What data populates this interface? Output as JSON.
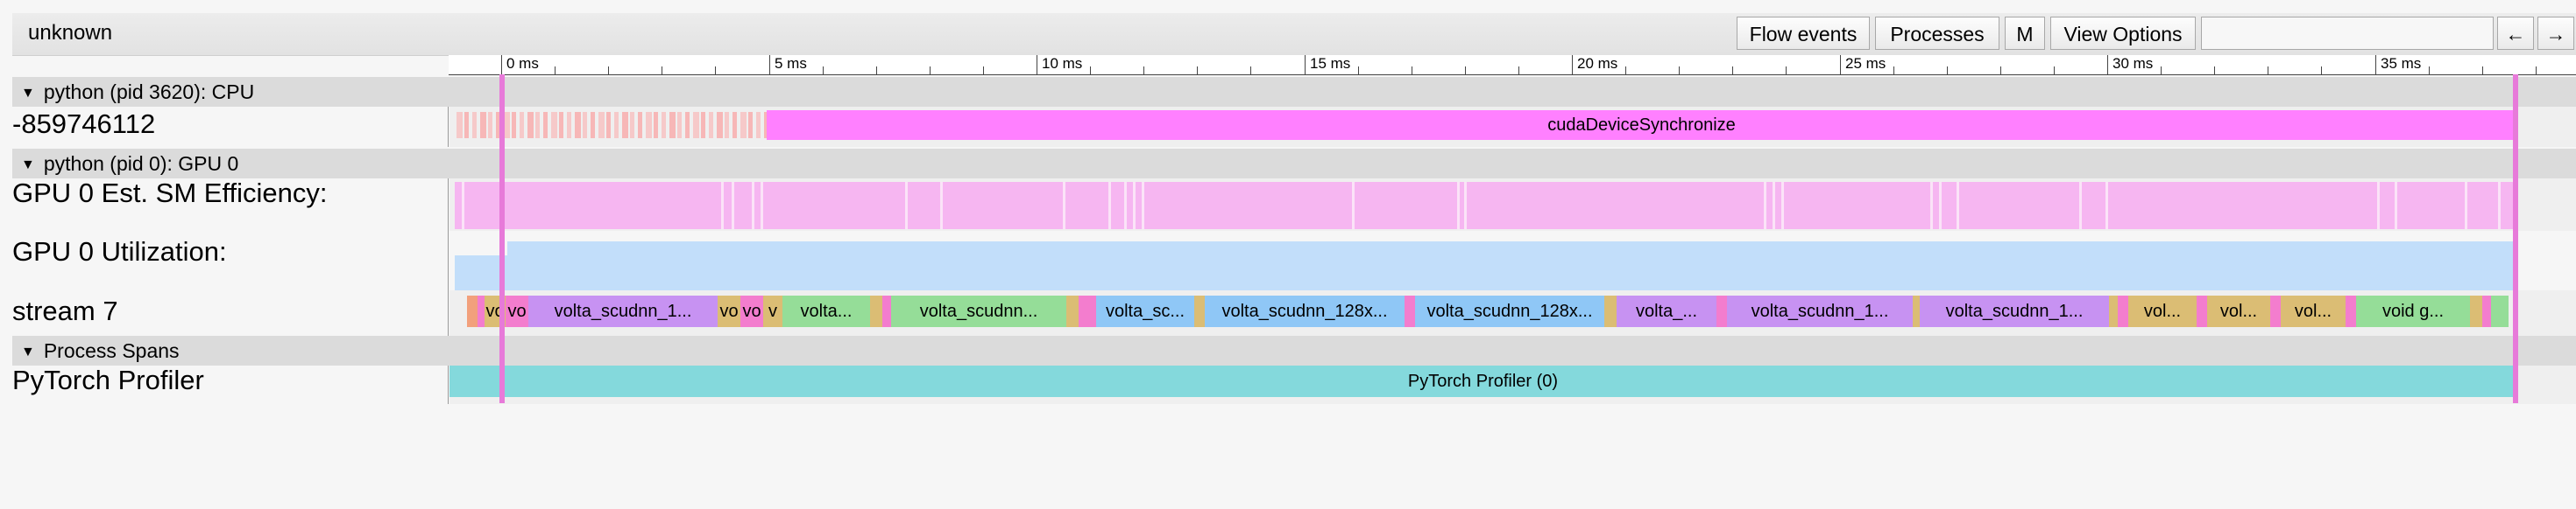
{
  "window": {
    "title": "unknown"
  },
  "toolbar": {
    "flow_events": "Flow events",
    "processes": "Processes",
    "m": "M",
    "view_options": "View Options",
    "search_placeholder": "",
    "prev": "←",
    "next": "→"
  },
  "ruler": {
    "ticks": [
      "0 ms",
      "5 ms",
      "10 ms",
      "15 ms",
      "20 ms",
      "25 ms",
      "30 ms",
      "35 ms"
    ]
  },
  "sections": {
    "cpu": "python (pid 3620): CPU",
    "gpu": "python (pid 0): GPU 0",
    "spans": "Process Spans"
  },
  "rows": {
    "cpu_thread": "-859746112",
    "sm_eff": "GPU 0 Est. SM Efficiency:",
    "util": "GPU 0 Utilization:",
    "stream": "stream 7",
    "profiler": "PyTorch Profiler"
  },
  "events": {
    "cuda_sync": "cudaDeviceSynchronize",
    "profiler_span": "PyTorch Profiler (0)"
  },
  "kernels": [
    "vo",
    "vo",
    "volta_scudnn_1...",
    "vo",
    "vo",
    "v",
    "volta...",
    "volta_scudnn...",
    "volta_sc...",
    "volta_scudnn_128x...",
    "volta_scudnn_128x...",
    "volta_...",
    "volta_scudnn_1...",
    "volta_scudnn_1...",
    "vol...",
    "vol...",
    "vol...",
    "void g..."
  ],
  "colors": {
    "cuda_sync": "#ff80ff",
    "sm_eff": "#f6b6f1",
    "util": "#c2defa",
    "profiler": "#84d9dc",
    "marker": "#e77ad9",
    "kernel_purple": "#c792f2",
    "kernel_green": "#95dd98",
    "kernel_blue": "#8fc7f6",
    "kernel_gold": "#dbbd74",
    "kernel_orange": "#f2a07c",
    "kernel_pink": "#f37dce"
  }
}
